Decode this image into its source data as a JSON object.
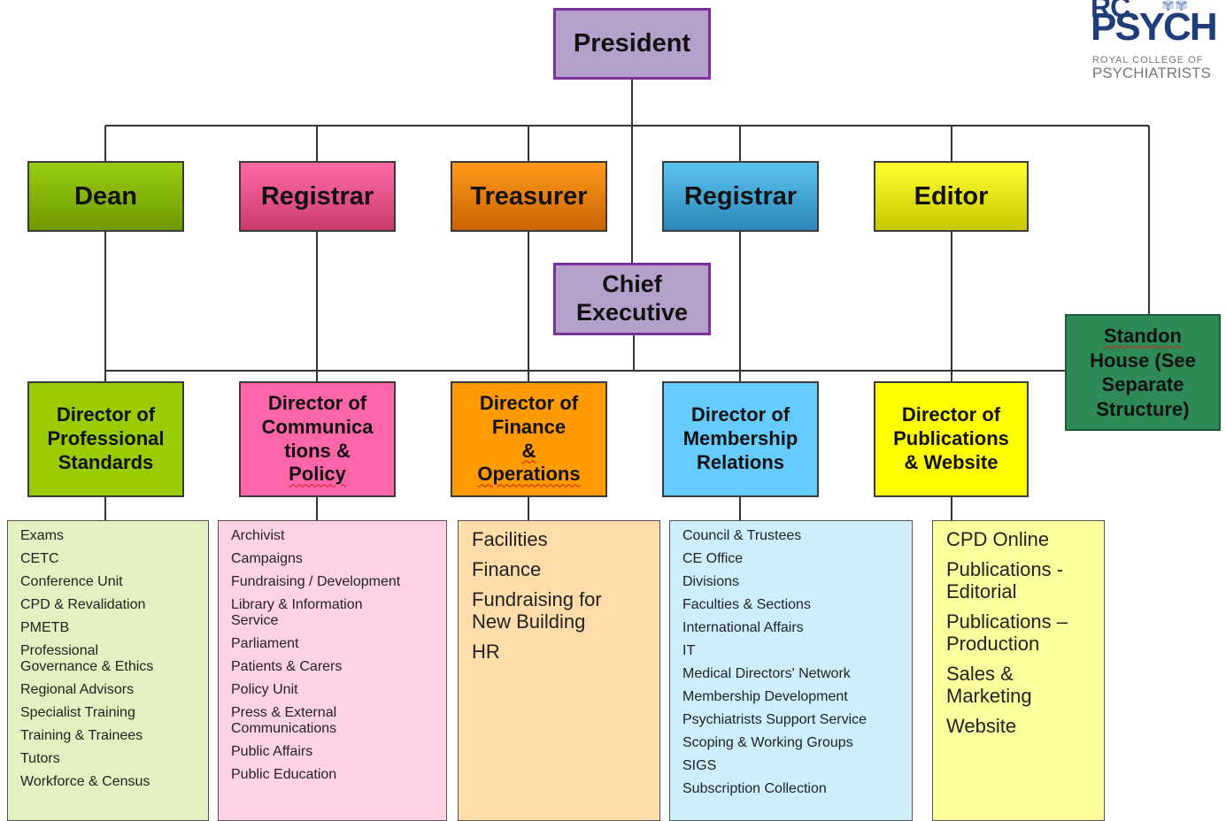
{
  "logo": {
    "top": "RC",
    "word": "PSYCH",
    "line1": "ROYAL COLLEGE OF",
    "line2": "PSYCHIATRISTS"
  },
  "president": {
    "label": "President"
  },
  "chief_executive": {
    "label": "Chief\nExecutive"
  },
  "officers": [
    {
      "label": "Dean"
    },
    {
      "label": "Registrar"
    },
    {
      "label": "Treasurer"
    },
    {
      "label": "Registrar"
    },
    {
      "label": "Editor"
    }
  ],
  "standon": {
    "line1": "Standon",
    "line2": "House (See\nSeparate\nStructure)"
  },
  "directors": [
    {
      "label": "Director of\nProfessional\nStandards"
    },
    {
      "label": "Director of\nCommunica\ntions &",
      "last": "Policy"
    },
    {
      "label": "Director of\nFinance",
      "amp": "&",
      "last": "Operations"
    },
    {
      "label": "Director of\nMembership\nRelations"
    },
    {
      "label": "Director of\nPublications\n& Website"
    }
  ],
  "lists": [
    {
      "items": [
        "Exams",
        "CETC",
        "Conference Unit",
        "CPD & Revalidation",
        "PMETB",
        "Professional\nGovernance & Ethics",
        "Regional Advisors",
        "Specialist Training",
        "Training & Trainees",
        "Tutors",
        "Workforce & Census"
      ]
    },
    {
      "items": [
        "Archivist",
        "Campaigns",
        "Fundraising / Development",
        "Library & Information\nService",
        "Parliament",
        "Patients & Carers",
        "Policy Unit",
        "Press & External\nCommunications",
        "Public Affairs",
        "Public Education"
      ]
    },
    {
      "items": [
        "Facilities",
        "Finance",
        "Fundraising for\nNew Building",
        "HR"
      ]
    },
    {
      "items": [
        "Council & Trustees",
        "CE Office",
        "Divisions",
        "Faculties & Sections",
        "International Affairs",
        "IT",
        "Medical Directors' Network",
        "Membership Development",
        "Psychiatrists Support Service",
        "Scoping & Working Groups",
        "SIGS",
        "Subscription Collection"
      ]
    },
    {
      "items": [
        "CPD Online",
        "Publications -\nEditorial",
        "Publications –\nProduction",
        "Sales &\nMarketing",
        "Website"
      ]
    }
  ],
  "colors": {
    "purple": "#b3a0cb",
    "dean": "#8dc000",
    "registrar1": "#f0508c",
    "treasurer": "#f07d00",
    "registrar2": "#3ca8de",
    "editor": "#f3f300",
    "standon": "#2e8b57",
    "dir1": "#99cc00",
    "dir2": "#ff66aa",
    "dir3": "#ff9a00",
    "dir4": "#66ccff",
    "dir5": "#ffff00",
    "list1": "#e3f0c0",
    "list2": "#ffd2e6",
    "list3": "#ffdcaa",
    "list4": "#cdeefc",
    "list5": "#ffff9e"
  }
}
